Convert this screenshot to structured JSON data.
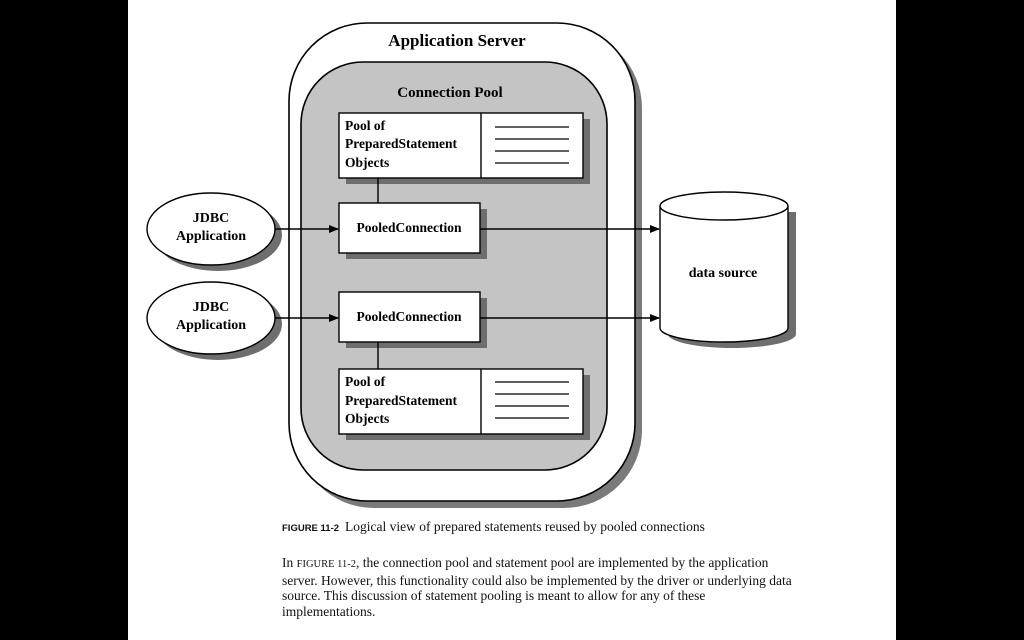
{
  "diagram": {
    "app_server_title": "Application Server",
    "pool_title": "Connection Pool",
    "stmt_pool_line1": "Pool of",
    "stmt_pool_line2": "PreparedStatement",
    "stmt_pool_line3": "Objects",
    "pooled_connection": "PooledConnection",
    "jdbc_line1": "JDBC",
    "jdbc_line2": "Application",
    "data_source": "data source"
  },
  "caption": {
    "label": "FIGURE 11-2",
    "text": "Logical view of prepared statements reused by pooled connections"
  },
  "body": {
    "pre": "In ",
    "ref": "FIGURE 11-2",
    "post": ", the connection pool and statement pool are implemented by the application server. However, this functionality could also be implemented by the driver or underlying data source. This discussion of statement pooling is meant to allow for any of these implementations."
  }
}
